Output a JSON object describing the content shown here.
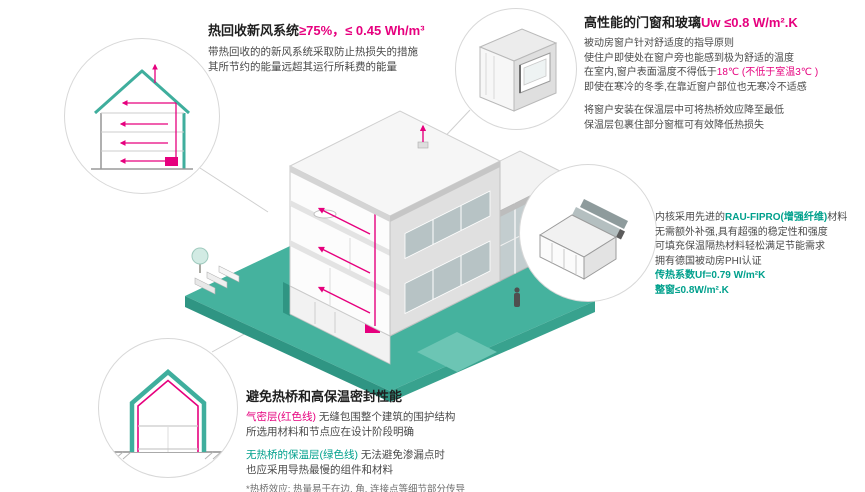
{
  "colors": {
    "accent_red": "#e6007e",
    "accent_green": "#00a08c",
    "ground_teal": "#45b29e"
  },
  "hrv": {
    "title": "热回收新风系统",
    "title_value": "≥75%，≤ 0.45 Wh/m³",
    "line1": "带热回收的的新风系统采取防止热损失的措施",
    "line2": "其所节约的能量远超其运行所耗费的能量"
  },
  "windows": {
    "title": "高性能的门窗和玻璃",
    "title_value": "Uw ≤0.8 W/m².K",
    "line1": "被动房窗户针对舒适度的指导原则",
    "line2": "使住户即使处在窗户旁也能感到极为舒适的温度",
    "line3_black": "在室内,窗户表面温度不得低于",
    "line3_red": "18℃ (不低于室温3℃ )",
    "line4": "即使在寒冷的冬季,在靠近窗户部位也无寒冷不适感",
    "line5": "将窗户安装在保温层中可将热桥效应降至最低",
    "line6": "保温层包裹住部分窗框可有效降低热损失"
  },
  "profile": {
    "line1_black": "内核采用先进的",
    "line1_green": "RAU-FIPRO(增强纤维)",
    "line1_black2": "材料",
    "line2": "无需额外补强,具有超强的稳定性和强度",
    "line3": "可填充保温隔热材料轻松满足节能需求",
    "line4": "拥有德国被动房PHI认证",
    "line5_green": "传热系数Uf=0.79 W/m²K",
    "line6_green": "整窗≤0.8W/m².K"
  },
  "thermal": {
    "title": "避免热桥和高保温密封性能",
    "line1_red": "气密层(红色线)",
    "line1_black": " 无缝包围整个建筑的围护结构",
    "line2": "所选用材料和节点应在设计阶段明确",
    "line3_green": "无热桥的保温层(绿色线)",
    "line3_black": " 无法避免渗漏点时",
    "line4": "也应采用导热最慢的组件和材料",
    "footnote": "*热桥效应: 热量易于在边, 角, 连接点等细节部分传导"
  }
}
